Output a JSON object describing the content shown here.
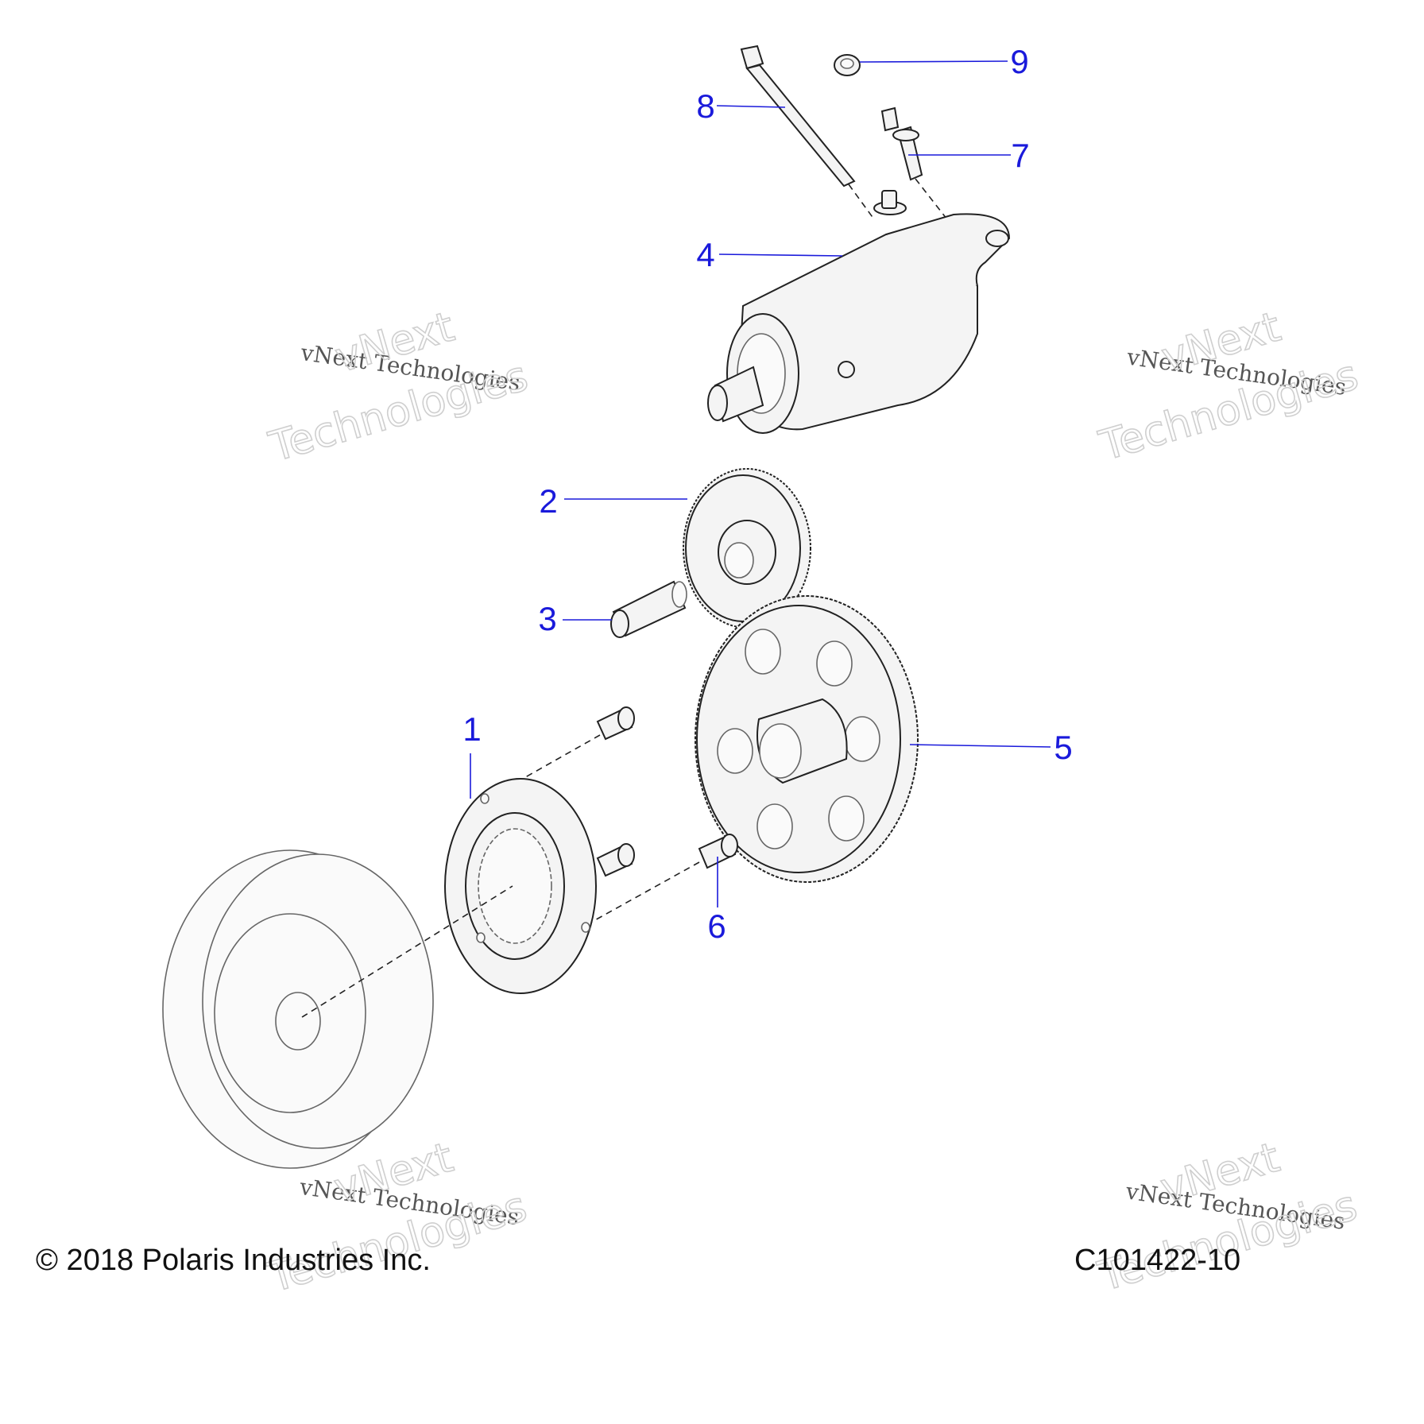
{
  "callouts": [
    {
      "number": "1"
    },
    {
      "number": "2"
    },
    {
      "number": "3"
    },
    {
      "number": "4"
    },
    {
      "number": "5"
    },
    {
      "number": "6"
    },
    {
      "number": "7"
    },
    {
      "number": "8"
    },
    {
      "number": "9"
    }
  ],
  "watermark": {
    "line1": "vNext Technologies",
    "big_top": "vNext",
    "big_bottom": "Technologies"
  },
  "footer": {
    "copyright": "© 2018 Polaris Industries Inc.",
    "drawing_id": "C101422-10"
  },
  "colors": {
    "callout": "#1a1adb"
  }
}
